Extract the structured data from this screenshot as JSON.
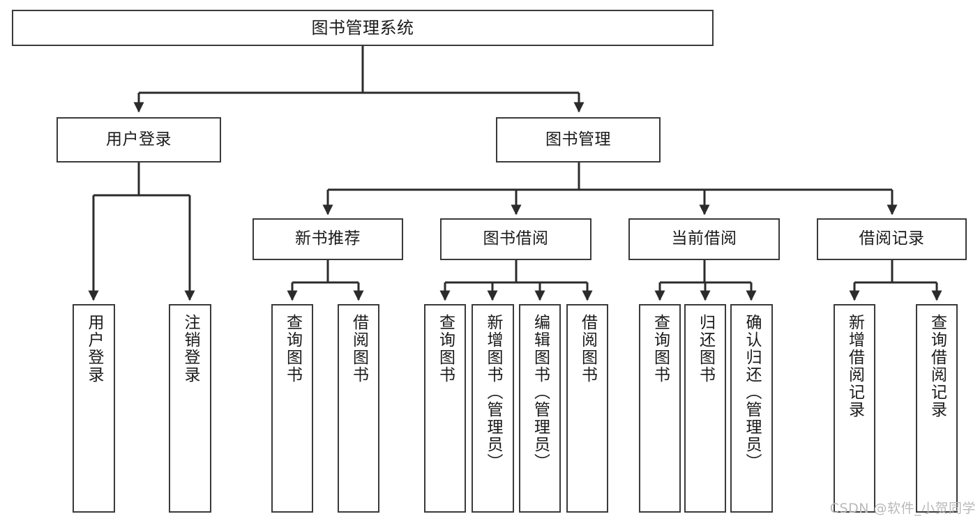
{
  "diagram": {
    "title": "图书管理系统",
    "type": "tree-hierarchy",
    "watermark": "CSDN @软件_小贺同学",
    "colors": {
      "box_border": "#3a3a3a",
      "box_fill": "#ffffff",
      "connector": "#2b2b2b",
      "text": "#1a1a1a",
      "watermark": "#b9b9b9",
      "background": "#ffffff"
    },
    "levels": {
      "root": {
        "label": "图书管理系统"
      },
      "level2": [
        {
          "id": "user-login",
          "label": "用户登录"
        },
        {
          "id": "book-management",
          "label": "图书管理"
        }
      ],
      "level3": [
        {
          "id": "new-book-recommend",
          "label": "新书推荐",
          "parent": "book-management"
        },
        {
          "id": "book-borrow",
          "label": "图书借阅",
          "parent": "book-management"
        },
        {
          "id": "current-borrow",
          "label": "当前借阅",
          "parent": "book-management"
        },
        {
          "id": "borrow-record",
          "label": "借阅记录",
          "parent": "book-management"
        }
      ],
      "leaves": [
        {
          "id": "leaf-user-login",
          "label": "用户登录",
          "parent": "user-login"
        },
        {
          "id": "leaf-logout-login",
          "label": "注销登录",
          "parent": "user-login"
        },
        {
          "id": "leaf-query-book-1",
          "label": "查询图书",
          "parent": "new-book-recommend"
        },
        {
          "id": "leaf-borrow-book-1",
          "label": "借阅图书",
          "parent": "new-book-recommend"
        },
        {
          "id": "leaf-query-book-2",
          "label": "查询图书",
          "parent": "book-borrow"
        },
        {
          "id": "leaf-add-book",
          "label": "新增图书（管理员）",
          "parent": "book-borrow"
        },
        {
          "id": "leaf-edit-book",
          "label": "编辑图书（管理员）",
          "parent": "book-borrow"
        },
        {
          "id": "leaf-borrow-book-2",
          "label": "借阅图书",
          "parent": "book-borrow"
        },
        {
          "id": "leaf-query-book-3",
          "label": "查询图书",
          "parent": "current-borrow"
        },
        {
          "id": "leaf-return-book",
          "label": "归还图书",
          "parent": "current-borrow"
        },
        {
          "id": "leaf-confirm-return",
          "label": "确认归还（管理员）",
          "parent": "current-borrow"
        },
        {
          "id": "leaf-add-record",
          "label": "新增借阅记录",
          "parent": "borrow-record"
        },
        {
          "id": "leaf-query-record",
          "label": "查询借阅记录",
          "parent": "borrow-record"
        }
      ]
    }
  }
}
